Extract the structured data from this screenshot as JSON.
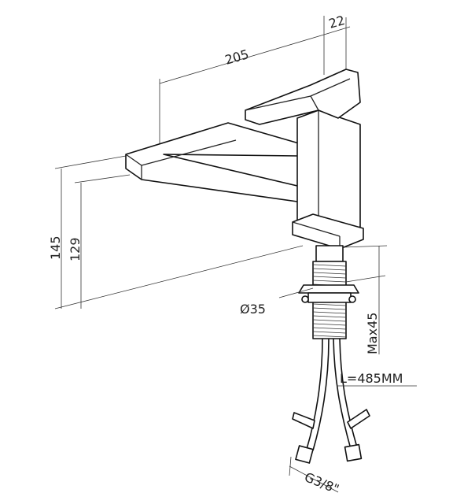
{
  "title": "Kitchen faucet dimension drawing",
  "dimensions": {
    "spout_reach": "205",
    "handle_offset": "22",
    "total_height": "145",
    "spout_height": "129",
    "mount_hole_diameter": "Ø35",
    "max_counter_thickness": "Max45",
    "hose_length": "L=485MM",
    "connection_thread": "G3/8\""
  }
}
